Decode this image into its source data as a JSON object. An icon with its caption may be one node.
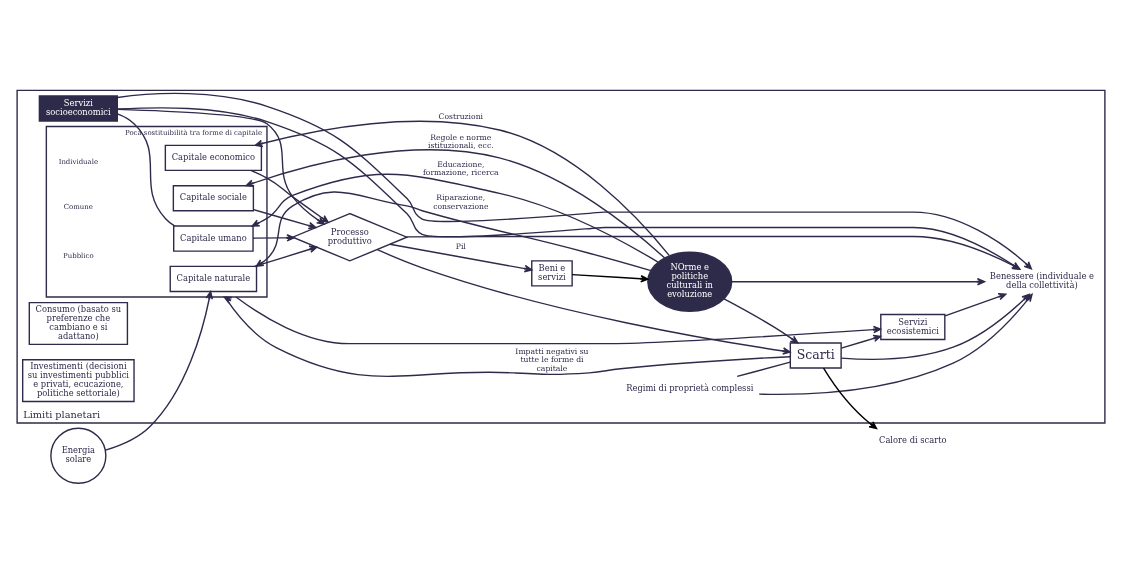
{
  "diagram": {
    "nodes": [
      {
        "text": [
          "Limiti planetari"
        ]
      },
      {
        "text": [
          "Energia solare"
        ]
      },
      {
        "text": [
          "Servizi socioeconomici"
        ],
        "in": 0
      },
      {
        "text": [
          "Benessere (individuale e della collettività)"
        ],
        "in": 0
      },
      {
        "text": [
          "Servizi ecosistemici"
        ],
        "in": 0
      },
      {
        "text": [
          "Regimi di proprietà complessi"
        ],
        "in": 0
      },
      {
        "text": [
          "Poca sostituibilità tra forme di capitale"
        ],
        "in": 0
      },
      {
        "text": [
          "Capitale naturale"
        ],
        "in": 6
      },
      {
        "text": [
          "Capitale umano"
        ],
        "in": 6
      },
      {
        "text": [
          "Capitale sociale"
        ],
        "in": 6
      },
      {
        "text": [
          "Capitale economico"
        ],
        "in": 6
      },
      {
        "text": [
          "Processo produttivo"
        ],
        "in": 0
      },
      {
        "text": [
          "Scarti"
        ],
        "in": 0
      },
      {
        "text": [
          "Consumo (basato su preferenze che cambiano e si adattano)"
        ],
        "in": 0
      },
      {
        "text": [
          "Beni e servizi"
        ],
        "in": 0
      },
      {
        "text": [
          "NOrme e politiche culturali in evoluzione"
        ],
        "in": 0
      },
      {
        "text": [
          "Investimenti (decisioni su investimenti pubblici e privati, ecucazione, politiche settoriale)"
        ],
        "in": 0
      },
      {
        "text": [
          "Calore di scarto"
        ]
      }
    ],
    "edges": [
      {
        "from": 1,
        "to": 7,
        "arrow": "to"
      },
      {
        "from": 2,
        "to": 3,
        "arrow": "to"
      },
      {
        "from": 2,
        "to": 3,
        "arrow": "to"
      },
      {
        "from": 2,
        "to": 8,
        "arrow": "none"
      },
      {
        "from": 5,
        "to": 3,
        "arrow": "to"
      },
      {
        "from": 5,
        "to": 12,
        "arrow": "none"
      },
      {
        "from": 4,
        "to": 3,
        "arrow": "to"
      },
      {
        "from": 11,
        "to": 3,
        "arrow": "to"
      },
      {
        "from": 2,
        "to": 11,
        "arrow": "to"
      },
      {
        "from": 12,
        "to": 4,
        "arrow": "to"
      },
      {
        "from": 6,
        "to": 4,
        "arrow": "to"
      },
      {
        "from": 7,
        "to": 11,
        "arrow": "to"
      },
      {
        "from": 8,
        "to": 11,
        "arrow": "to"
      },
      {
        "from": 9,
        "to": 11,
        "arrow": "to"
      },
      {
        "from": 10,
        "to": 11,
        "arrow": "to"
      },
      {
        "from": 11,
        "to": 14,
        "arrow": "to",
        "label": "Pil"
      },
      {
        "from": 11,
        "to": 12,
        "arrow": "to"
      },
      {
        "from": 14,
        "to": 15,
        "arrow": "to",
        "color": "#000000"
      },
      {
        "from": 12,
        "to": 3,
        "arrow": "to"
      },
      {
        "from": 15,
        "to": 3,
        "arrow": "to"
      },
      {
        "from": 15,
        "to": 12,
        "arrow": "to"
      },
      {
        "from": 12,
        "to": 17,
        "arrow": "to",
        "color": "#000000"
      },
      {
        "from": 12,
        "to": 6,
        "arrow": "to",
        "label": "Impatti negativi su tutte le forme di capitale"
      },
      {
        "from": 15,
        "to": 7,
        "arrow": "to",
        "label": "Riparazione, conservazione"
      },
      {
        "from": 15,
        "to": 8,
        "arrow": "to",
        "label": "Educazione, formazione, ricerca"
      },
      {
        "from": 15,
        "to": 9,
        "arrow": "to",
        "label": "Regole e norme istituzionali, ecc."
      },
      {
        "from": 15,
        "to": 10,
        "arrow": "to",
        "label": "Costruzioni"
      }
    ],
    "labels": [
      "Individuale",
      "Comune",
      "Pubblico"
    ]
  }
}
